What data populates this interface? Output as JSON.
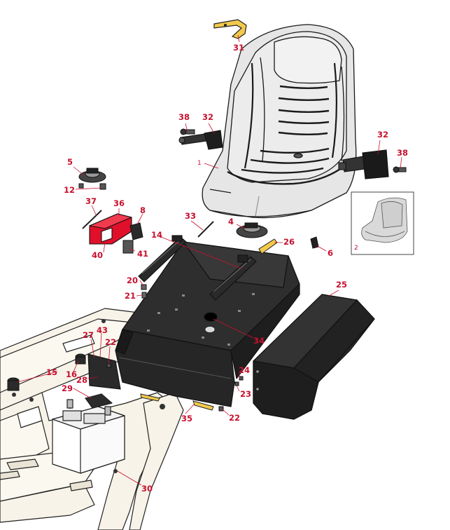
{
  "callouts": [
    {
      "id": "31",
      "text": "31"
    },
    {
      "id": "38a",
      "text": "38"
    },
    {
      "id": "32a",
      "text": "32"
    },
    {
      "id": "1",
      "text": "1"
    },
    {
      "id": "32b",
      "text": "32"
    },
    {
      "id": "38b",
      "text": "38"
    },
    {
      "id": "5",
      "text": "5"
    },
    {
      "id": "12",
      "text": "12"
    },
    {
      "id": "37",
      "text": "37"
    },
    {
      "id": "36",
      "text": "36"
    },
    {
      "id": "8",
      "text": "8"
    },
    {
      "id": "33",
      "text": "33"
    },
    {
      "id": "4",
      "text": "4"
    },
    {
      "id": "14",
      "text": "14"
    },
    {
      "id": "26",
      "text": "26"
    },
    {
      "id": "6",
      "text": "6"
    },
    {
      "id": "41",
      "text": "41"
    },
    {
      "id": "40",
      "text": "40"
    },
    {
      "id": "20",
      "text": "20"
    },
    {
      "id": "25",
      "text": "25"
    },
    {
      "id": "21",
      "text": "21"
    },
    {
      "id": "34",
      "text": "34"
    },
    {
      "id": "27",
      "text": "27"
    },
    {
      "id": "43",
      "text": "43"
    },
    {
      "id": "22a",
      "text": "22"
    },
    {
      "id": "15",
      "text": "15"
    },
    {
      "id": "16",
      "text": "16"
    },
    {
      "id": "28",
      "text": "28"
    },
    {
      "id": "24",
      "text": "24"
    },
    {
      "id": "29",
      "text": "29"
    },
    {
      "id": "23",
      "text": "23"
    },
    {
      "id": "35",
      "text": "35"
    },
    {
      "id": "22b",
      "text": "22"
    },
    {
      "id": "30",
      "text": "30"
    }
  ],
  "inset": {
    "label": "2"
  },
  "colors": {
    "callout": "#c8102e",
    "seat_fill": "#e6e6e6",
    "seat_line": "#1a1a1a",
    "pan_fill": "#2b2b2b",
    "bracket_red": "#e0102a",
    "frame_fill": "#f7f3e8",
    "strap_yellow": "#f2c94c"
  }
}
